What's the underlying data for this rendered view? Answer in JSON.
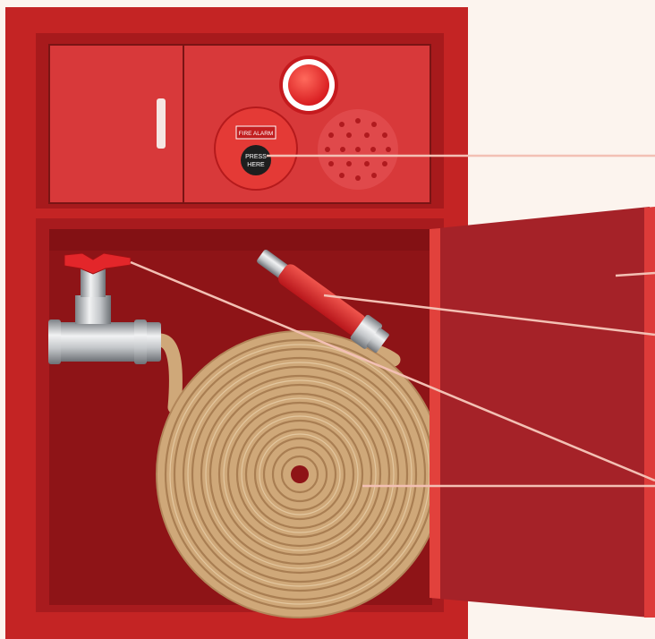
{
  "diagram": {
    "alarm_label": "FIRE ALARM",
    "button_line1": "PRESS",
    "button_line2": "HERE"
  },
  "colors": {
    "background": "#fcf4ee",
    "cabinet_red": "#c42424",
    "panel_red": "#d8393a",
    "hose_tan": "#cfa879",
    "leader_line": "#f3c0b4",
    "metal": "#b9bcc0",
    "valve_handle": "#e3262a"
  },
  "icons": [
    "fire-alarm-bell-icon",
    "indicator-lamp-icon",
    "alarm-speaker-icon",
    "valve-icon",
    "nozzle-icon",
    "hose-reel-icon"
  ]
}
